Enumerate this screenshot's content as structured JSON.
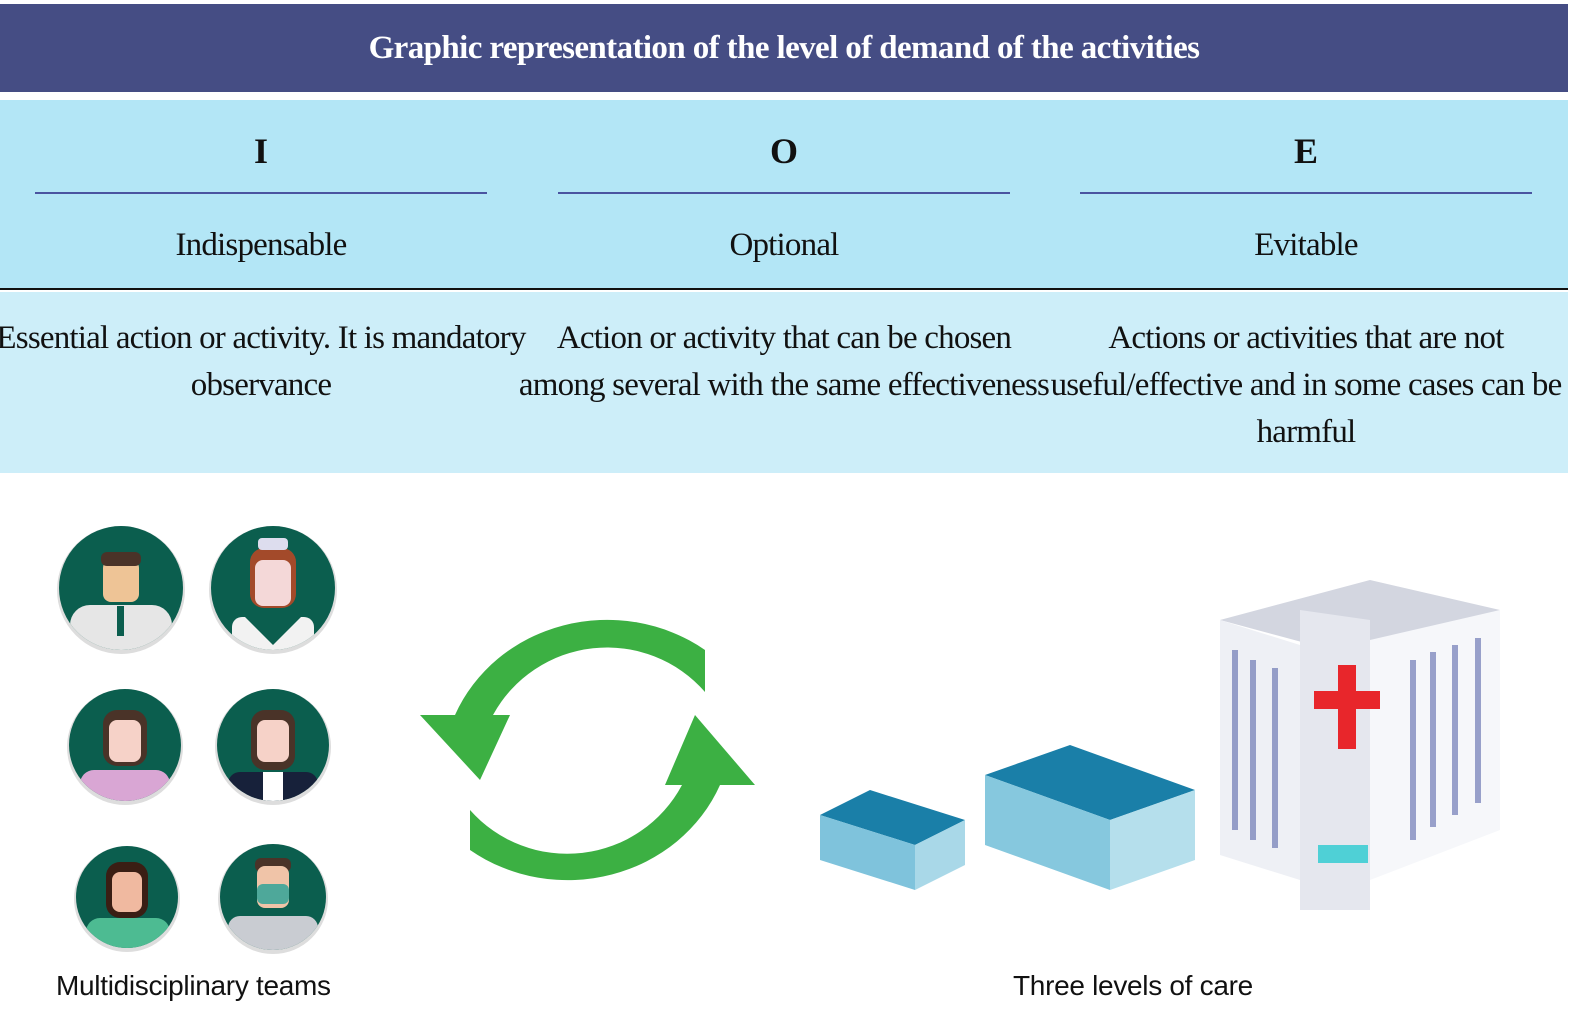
{
  "title": "Graphic representation of the level of demand of the activities",
  "columns": [
    {
      "letter": "I",
      "label": "Indispensable",
      "description": "Essential action or activity. It is mandatory observance"
    },
    {
      "letter": "O",
      "label": "Optional",
      "description": "Action or activity that can be chosen among several with the same effectiveness"
    },
    {
      "letter": "E",
      "label": "Evitable",
      "description": "Actions or activities that  are not useful/effective and in some cases can be harmful"
    }
  ],
  "captions": {
    "teams": "Multidisciplinary teams",
    "levels": "Three levels of care"
  },
  "colors": {
    "title_bg": "#454d84",
    "header_bg": "#b3e6f6",
    "desc_bg": "#cdeef9",
    "avatar_bg": "#0b5e4e",
    "arrows": "#3cb043",
    "cross": "#e8262b"
  }
}
